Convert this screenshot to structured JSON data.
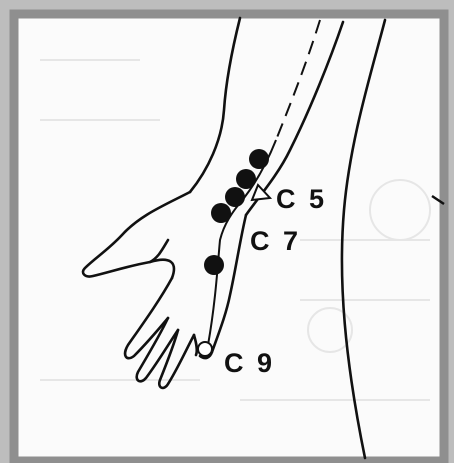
{
  "figure": {
    "labels": {
      "c5": "C 5",
      "c7": "C 7",
      "c9": "C 9"
    },
    "colors": {
      "border": "#8f8f8f",
      "paper": "#ffffff",
      "ink": "#111111",
      "scan_gray": "#bdbdbd"
    },
    "points": [
      {
        "id": "C5",
        "style": "outline-triangle"
      },
      {
        "id": "C7",
        "style": "filled"
      },
      {
        "id": "C9",
        "style": "open-circle"
      }
    ]
  }
}
